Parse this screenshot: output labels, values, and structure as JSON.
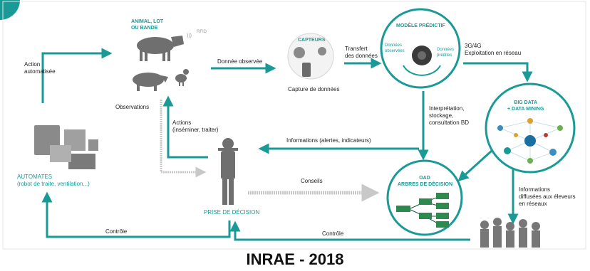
{
  "nodes": {
    "animal": {
      "title_line1": "ANIMAL, LOT",
      "title_line2": "OU BANDE",
      "rfid": "RFID"
    },
    "observations": "Observations",
    "capteurs": {
      "title": "CAPTEURS",
      "caption": "Capture de données"
    },
    "modele": {
      "title": "MODÈLE PRÉDICTIF",
      "left_line1": "Données",
      "left_line2": "observées",
      "right_line1": "Données",
      "right_line2": "prédites"
    },
    "bigdata": {
      "line1": "BIG DATA",
      "line2": "+ DATA MINING"
    },
    "oad": {
      "line1": "OAD",
      "line2": "ARBRES DE DÉCISION"
    },
    "automates": {
      "line1": "AUTOMATES",
      "line2": "(robot de traite, ventilation...)"
    },
    "decision": "PRISE DE DÉCISION"
  },
  "edges": {
    "action_line1": "Action",
    "action_line2": "automatisée",
    "donnee_observee": "Donnée observée",
    "transfert_line1": "Transfert",
    "transfert_line2": "des données",
    "network_line1": "3G/4G",
    "network_line2": "Exploitation en réseau",
    "interpretation_line1": "Interprétation,",
    "interpretation_line2": "stockage,",
    "interpretation_line3": "consultation BD",
    "actions_line1": "Actions",
    "actions_line2": "(inséminer, traiter)",
    "informations": "Informations (alertes, indicateurs)",
    "conseils": "Conseils",
    "diffusees_line1": "Informations",
    "diffusees_line2": "diffusées aux éleveurs",
    "diffusees_line3": "en réseaux",
    "controle_left": "Contrôle",
    "controle_right": "Contrôle"
  },
  "footer": "INRAE - 2018",
  "colors": {
    "accent": "#1a9a96",
    "grey_arrow": "#c8c8c8",
    "node_grey": "#7a7a7a"
  }
}
